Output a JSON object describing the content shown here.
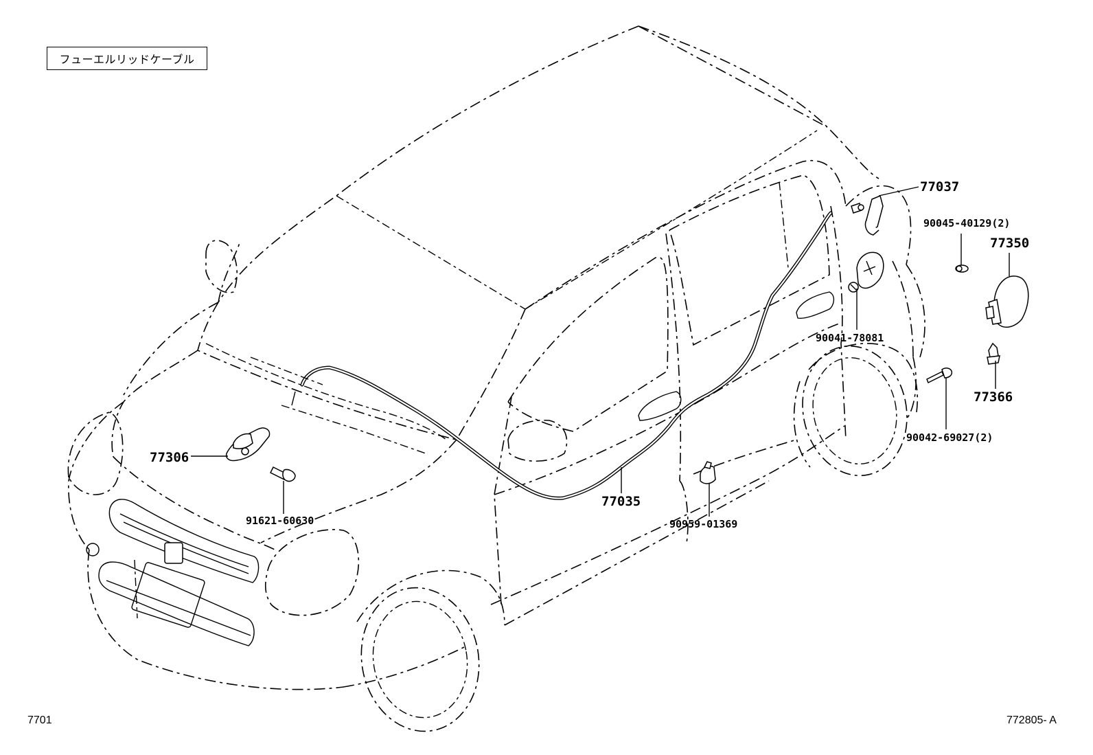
{
  "title": "フューエルリッドケーブル",
  "figure_code_left": "7701",
  "figure_code_right": "772805- A",
  "parts": {
    "p77037": "77037",
    "p90045": "90045-40129(2)",
    "p77350": "77350",
    "p90041": "90041-78081",
    "p77366": "77366",
    "p90042": "90042-69027(2)",
    "p77306": "77306",
    "p91621": "91621-60630",
    "p77035": "77035",
    "p90959": "90959-01369"
  }
}
